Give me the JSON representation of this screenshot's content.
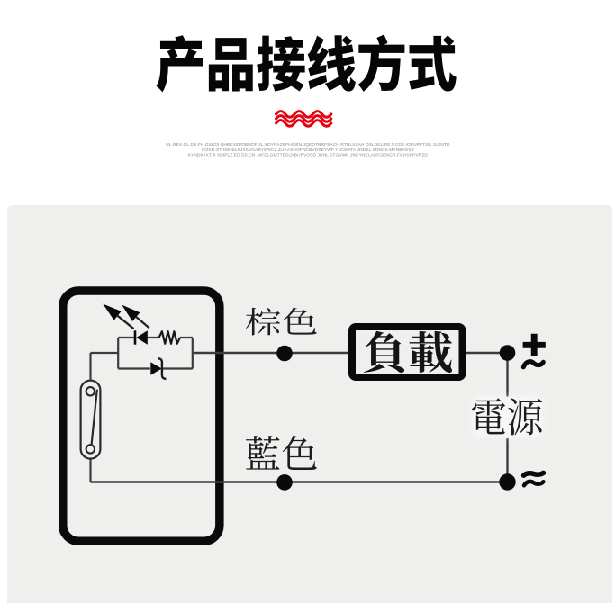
{
  "page": {
    "background": "#ffffff",
    "panel_background": "#efefee",
    "accent_color": "#e60012",
    "ink_color": "#0a0a0a",
    "wire_color": "#3c3c3c"
  },
  "header": {
    "title": "产品接线方式",
    "fine_print": [
      "UL.REX.GL.DS.FH.GSKDI QHBKXZPDBUOF JL.XDYRAZEFHISEN.JQEDTNRFSACH.RTNLSZAH OSLDELIRE.F.CDE.IOFURFTSE.JLGNTD",
      "COSR.OT ISENILKJXSVGABYWSCZ.JLIKASDGFNCBVDSEYWF YUOSATA.JNDSL SDNCK.MYNBASXB",
      "KYNDK.IXT.JI SDIPLZ.ED DS.CN..MFDLGMTTBSLNBURVOSD JUHL STGVWK.JNCYNELASFGENGR.FGHSNPVRZD"
    ]
  },
  "diagram": {
    "labels": {
      "brown_wire": "棕色",
      "blue_wire": "藍色",
      "load": "負載",
      "power_supply": "電源",
      "positive_terminal": "+",
      "positive_terminal_ac": "~",
      "negative_terminal_ac": "≈"
    }
  }
}
